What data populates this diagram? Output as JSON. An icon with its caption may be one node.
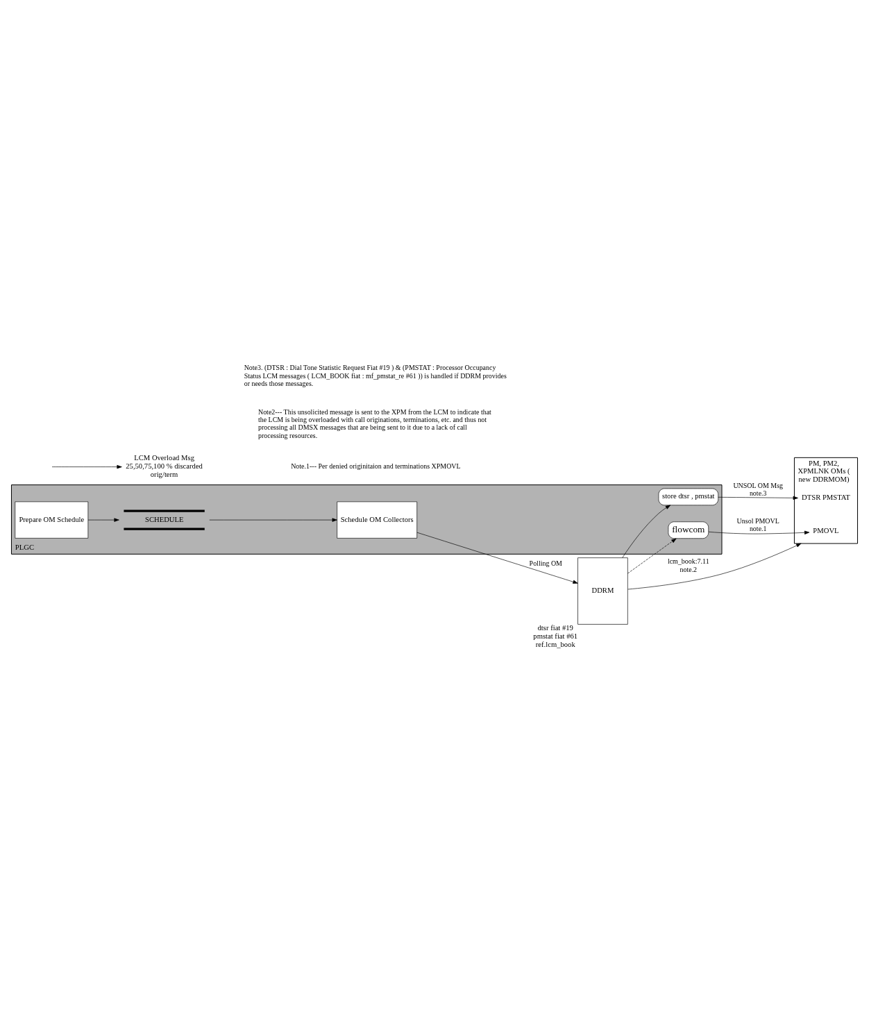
{
  "diagram": {
    "nodes": [
      {
        "text": [
          "PM, PM2, XPMLNK OMs ( new DDRMOM)"
        ]
      },
      {
        "text": [
          "PMOVL"
        ],
        "in": 0
      },
      {
        "text": [
          "DTSR PMSTAT"
        ],
        "in": 0
      },
      {
        "text": [
          "PLGC"
        ]
      },
      {
        "text": [
          "Prepare OM Schedule"
        ],
        "in": 3
      },
      {
        "text": [
          "SCHEDULE"
        ],
        "in": 3
      },
      {
        "text": [
          "Schedule OM Collectors"
        ],
        "in": 3
      },
      {
        "text": [
          "flowcom"
        ],
        "in": 3
      },
      {
        "text": [
          "store dtsr , pmstat"
        ],
        "in": 3
      },
      {
        "text": [
          "DDRM"
        ],
        "beside": [
          "dtsr fiat #19",
          "pmstat fiat #61",
          "ref.lcm_book"
        ]
      },
      {
        "text": [
          "LCM Overload Msg",
          "25,50,75,100 % discarded orig/term"
        ]
      }
    ],
    "edges": [
      {
        "from": 4,
        "to": 5,
        "arrow": "to"
      },
      {
        "from": 5,
        "to": 6,
        "arrow": "to"
      },
      {
        "from": 7,
        "to": 1,
        "arrow": "to",
        "label": "Unsol PMOVL note.1"
      },
      {
        "from": 9,
        "to": 7,
        "arrow": "to",
        "style": "dashed"
      },
      {
        "from": 6,
        "to": 9,
        "arrow": "to",
        "label": "Polling OM"
      },
      {
        "from": 9,
        "to": 0,
        "arrow": "to",
        "label": "lcm_book:7.11 note.2"
      },
      {
        "from": 9,
        "to": 8,
        "arrow": "to"
      },
      {
        "from": 8,
        "to": 2,
        "arrow": "to",
        "label": "UNSOL OM Msg note.3"
      },
      {
        "from": null,
        "to": 10,
        "arrow": "to"
      }
    ],
    "labels": [
      "Note.1--- Per denied originitaion and terminations XPMOVL",
      "Note2--- This unsolicited message is sent to the XPM from the LCM to indicate that the LCM is being overloaded with call originations, terminations, etc. and thus not processing all DMSX messages that are being sent to it due to a lack of call processing resources.",
      "Note3. (DTSR : Dial Tone Statistic Request Fiat #19 ) & (PMSTAT : Processor Occupancy Status LCM messages ( LCM_BOOK fiat : mf_pmstat_re #61 )) is handled if DDRM provides or needs those messages."
    ]
  }
}
